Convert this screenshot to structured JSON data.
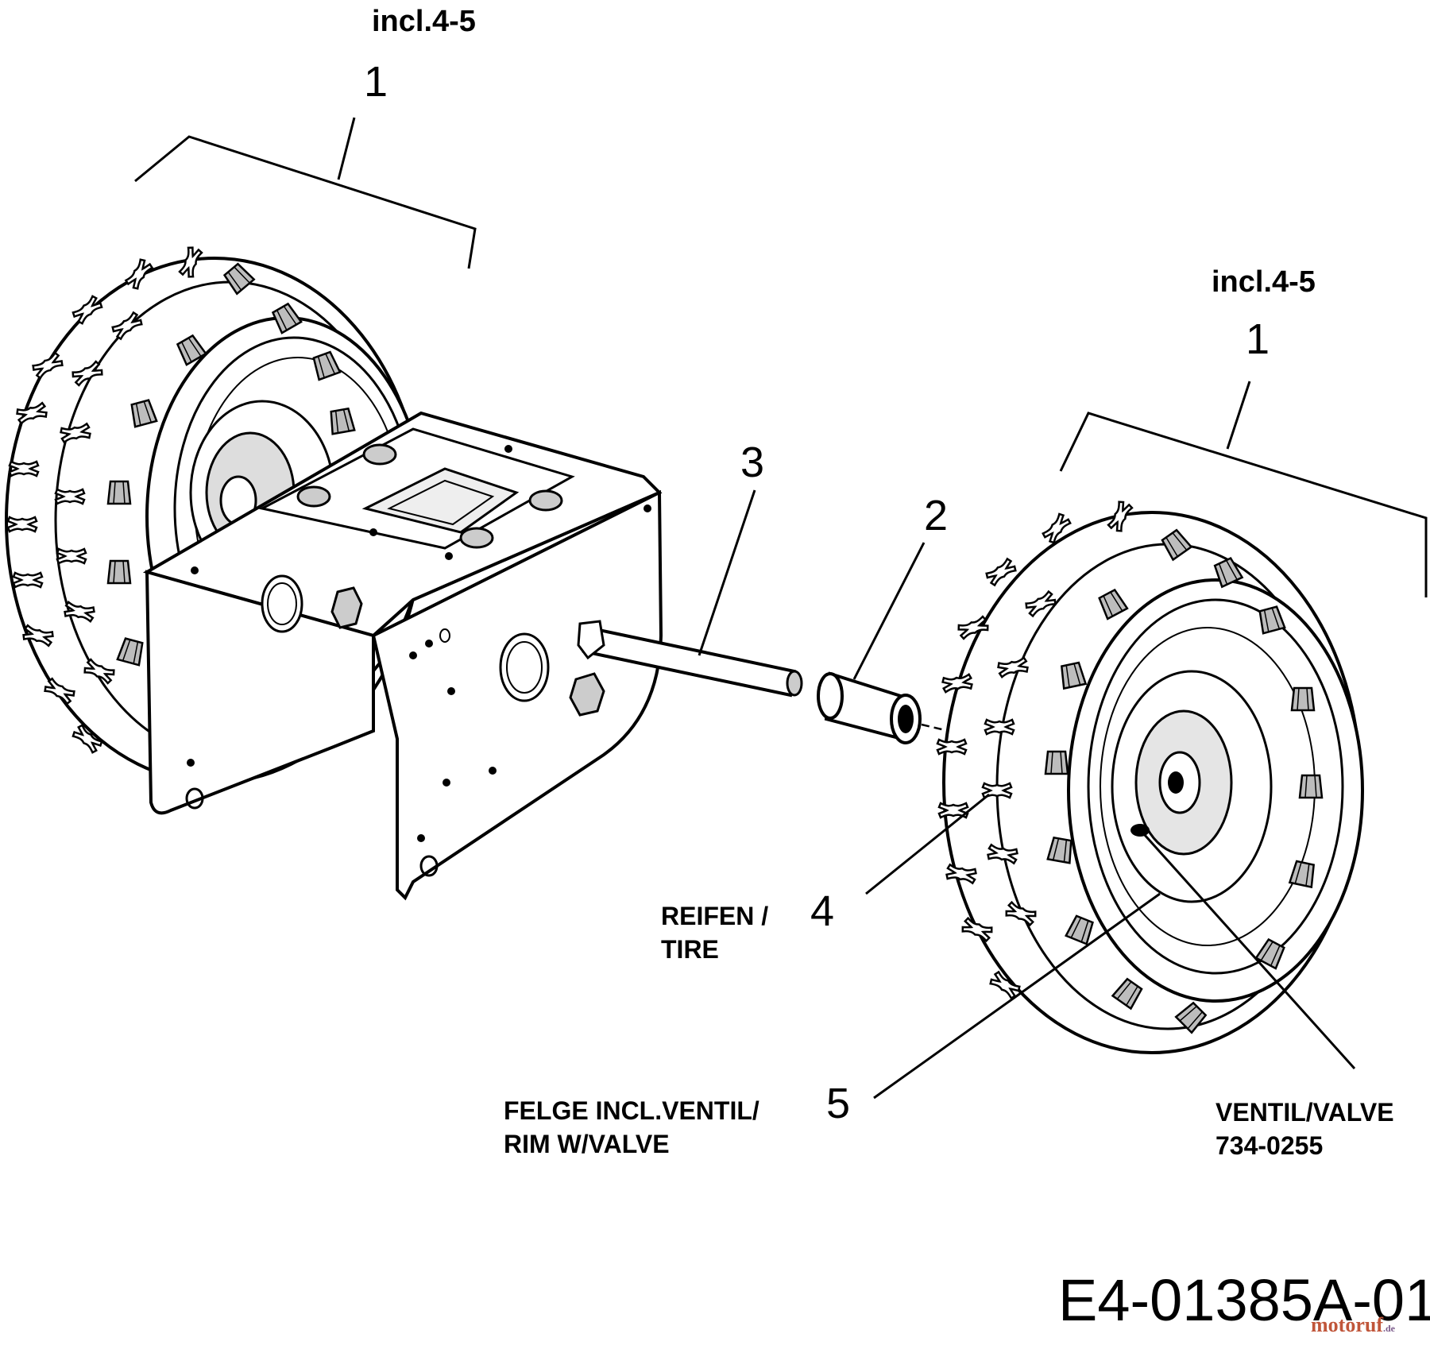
{
  "callouts": {
    "incl_left": "incl.4-5",
    "num1_left": "1",
    "incl_right": "incl.4-5",
    "num1_right": "1",
    "num2": "2",
    "num3": "3",
    "num4": "4",
    "num5": "5"
  },
  "labels": {
    "tire_line1": "REIFEN /",
    "tire_line2": "TIRE",
    "rim_line1": "FELGE INCL.VENTIL/",
    "rim_line2": "RIM W/VALVE",
    "valve_line1": "VENTIL/VALVE",
    "valve_line2": "734-0255"
  },
  "drawing_code": "E4-01385A-01",
  "watermark": {
    "main": "motoruf",
    "suffix": ".de"
  }
}
